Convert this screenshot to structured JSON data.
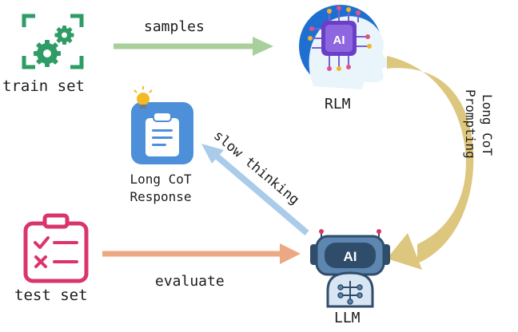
{
  "nodes": {
    "train_set": {
      "label": "train set"
    },
    "rlm": {
      "label": "RLM",
      "chip_text": "AI"
    },
    "long_cot_response": {
      "line1": "Long CoT",
      "line2": "Response"
    },
    "test_set": {
      "label": "test set"
    },
    "llm": {
      "label": "LLM",
      "badge_text": "AI"
    }
  },
  "edges": {
    "samples": {
      "label": "samples",
      "color": "#a9cf9b"
    },
    "long_cot_prompting": {
      "line1": "Long CoT",
      "line2": "Prompting",
      "color": "#ddc67d"
    },
    "slow_thinking": {
      "label": "slow thinking",
      "color": "#aacbea"
    },
    "evaluate": {
      "label": "evaluate",
      "color": "#eca883"
    }
  },
  "colors": {
    "train_green": "#2e9c64",
    "rlm_blue": "#1f6fd1",
    "rlm_light": "#e9f4fb",
    "response_blue": "#4d8fd8",
    "test_pink": "#d9356b",
    "llm_dark": "#2f4d6b",
    "llm_mid": "#5d86b0",
    "llm_light": "#d8e6f3",
    "bulb_yellow": "#f5b925"
  }
}
